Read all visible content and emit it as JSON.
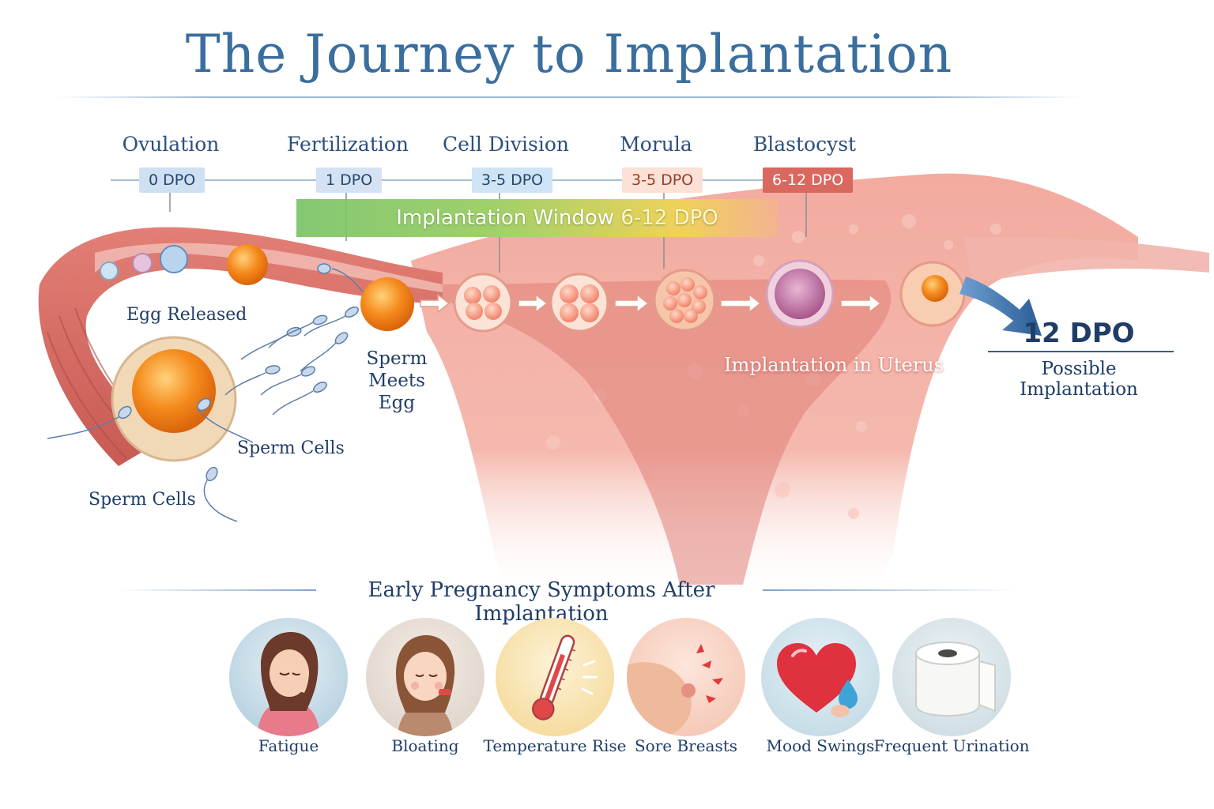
{
  "title": "The Journey to Implantation",
  "stages": [
    {
      "label": "Ovulation",
      "dpo": "0 DPO"
    },
    {
      "label": "Fertilization",
      "dpo": "1 DPO"
    },
    {
      "label": "Cell Division",
      "dpo": "3-5 DPO"
    },
    {
      "label": "Morula",
      "dpo": "3-5 DPO"
    },
    {
      "label": "Blastocyst",
      "dpo": "6-12 DPO"
    }
  ],
  "implantation_window": {
    "prefix": "Implantation Window ",
    "range": "6-12 DPO"
  },
  "annotations": {
    "egg_released": "Egg Released",
    "sperm_meets_egg_line1": "Sperm",
    "sperm_meets_egg_line2": "Meets Egg",
    "sperm_cells_1": "Sperm Cells",
    "sperm_cells_2": "Sperm Cells",
    "implantation_in_uterus": "Implantation in Uterus"
  },
  "result": {
    "dpo": "12 DPO",
    "caption": "Possible Implantation"
  },
  "symptoms": {
    "heading": "Early Pregnancy Symptoms After Implantation",
    "items": [
      {
        "label": "Fatigue",
        "icon": "tired-woman-icon"
      },
      {
        "label": "Bloating",
        "icon": "bloated-girl-icon"
      },
      {
        "label": "Temperature Rise",
        "icon": "thermometer-icon"
      },
      {
        "label": "Sore Breasts",
        "icon": "sore-breast-icon"
      },
      {
        "label": "Mood Swings",
        "icon": "heart-tear-icon"
      },
      {
        "label": "Frequent Urination",
        "icon": "toilet-paper-icon"
      }
    ]
  },
  "colors": {
    "title": "#3a6e9e",
    "text": "#1f3d66",
    "tissue": "#e88f86",
    "egg": "#f08a1e",
    "arrow": "#2f6aa8"
  }
}
